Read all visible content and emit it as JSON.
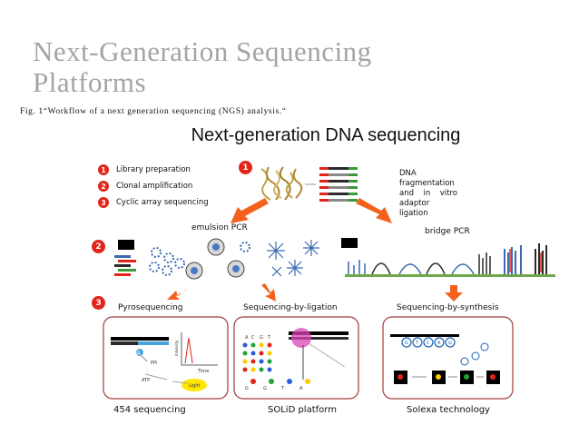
{
  "slide": {
    "title_line1": "Next-Generation Sequencing",
    "title_line2": "Platforms",
    "caption": "Fig. 1“Workflow of a next generation sequencing (NGS) analysis.“"
  },
  "figure": {
    "title": "Next-generation DNA sequencing",
    "legend": [
      {
        "num": "1",
        "label": "Library preparation"
      },
      {
        "num": "2",
        "label": "Clonal amplification"
      },
      {
        "num": "3",
        "label": "Cyclic array sequencing"
      }
    ],
    "step_badges": [
      "1",
      "2",
      "3"
    ],
    "fragmentation_note": {
      "line1": "DNA",
      "line2": "fragmentation",
      "line3_words": [
        "and",
        "in",
        "vitro"
      ],
      "line4": "adaptor ligation"
    },
    "amplification": {
      "left_label": "emulsion PCR",
      "right_label": "bridge PCR"
    },
    "methods": [
      {
        "label": "Pyrosequencing",
        "platform": "454 sequencing"
      },
      {
        "label": "Sequencing-by-ligation",
        "platform": "SOLiD platform"
      },
      {
        "label": "Sequencing-by-synthesis",
        "platform": "Solexa technology"
      }
    ],
    "pyro_panel": {
      "pp": "PPi",
      "atp": "ATP",
      "light": "Light",
      "time": "Time",
      "intensity": "Intensity",
      "a": "A"
    },
    "ligation_panel": {
      "bases": [
        "A",
        "C",
        "G",
        "T"
      ],
      "decode": [
        "G",
        "G",
        "T",
        "A"
      ]
    },
    "synthesis_panel": {
      "bases": [
        "G",
        "T",
        "C",
        "A",
        "G"
      ]
    },
    "colors": {
      "accent_red": "#e1251b",
      "arrow_orange": "#f4611d",
      "panel_border": "#a23b3b",
      "title_gray": "#a7a3a0"
    }
  }
}
